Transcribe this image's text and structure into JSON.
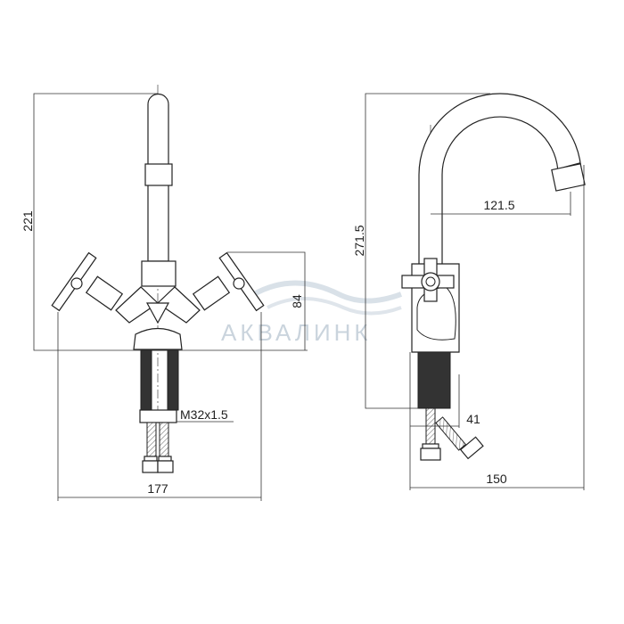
{
  "watermark": {
    "text": "АКВАЛИНК",
    "color": "#b9c6d2"
  },
  "front_view": {
    "dim_height": "221",
    "dim_handle_height": "84",
    "dim_width": "177",
    "thread_label": "M32x1.5"
  },
  "side_view": {
    "dim_height": "271.5",
    "dim_reach": "121.5",
    "dim_hose_offset": "41",
    "dim_depth": "150"
  }
}
